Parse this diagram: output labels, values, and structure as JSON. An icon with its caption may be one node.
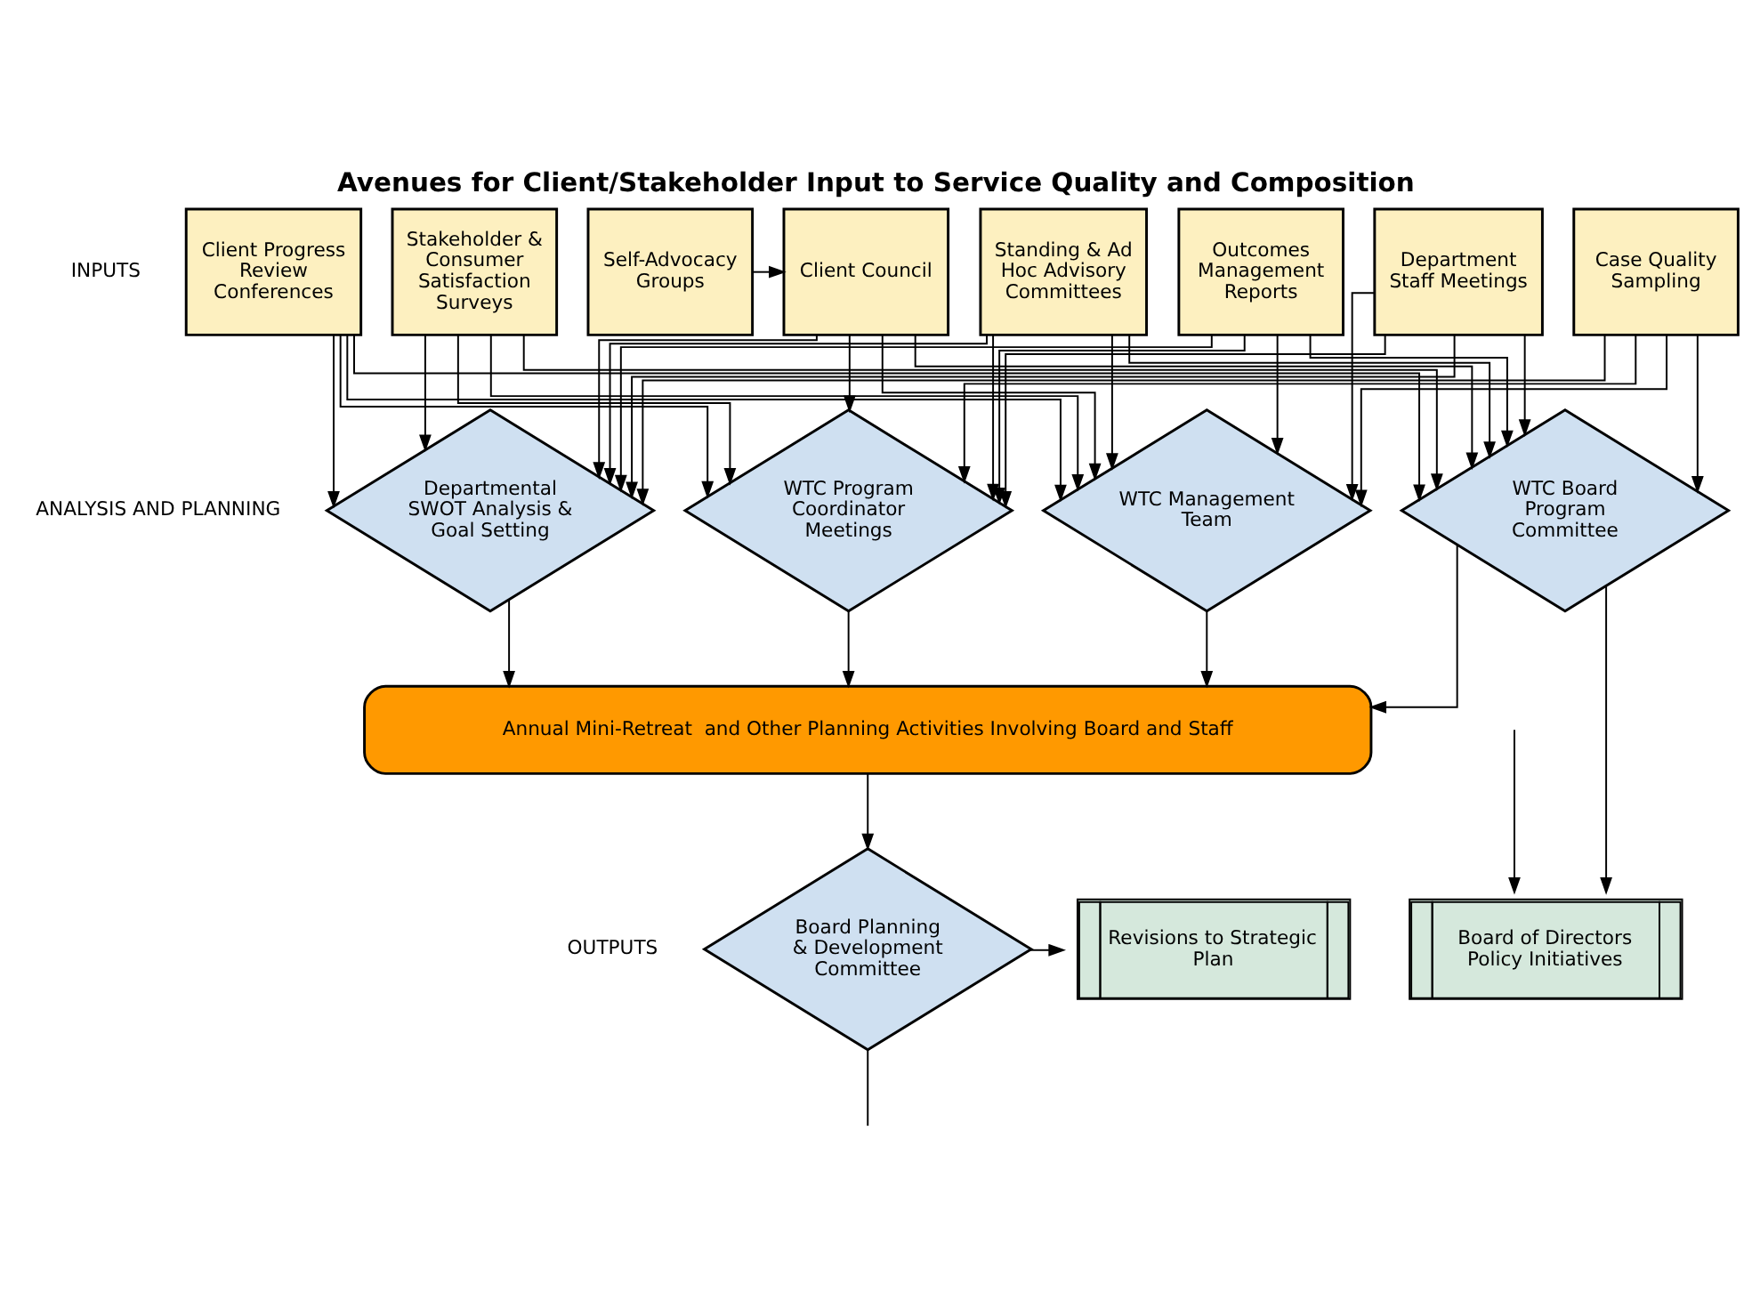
{
  "diagram": {
    "title": "Avenues for Client/Stakeholder Input to Service Quality and Composition",
    "nodes": [
      {
        "text": [
          "Client Progress Review Conferences"
        ]
      },
      {
        "text": [
          "Stakeholder & Consumer Satisfaction Surveys"
        ]
      },
      {
        "text": [
          "Self-Advocacy Groups"
        ]
      },
      {
        "text": [
          "Client Council"
        ]
      },
      {
        "text": [
          "Standing & Ad Hoc Advisory Committees"
        ]
      },
      {
        "text": [
          "Outcomes Management Reports"
        ]
      },
      {
        "text": [
          "Department Staff Meetings"
        ]
      },
      {
        "text": [
          "Case Quality Sampling"
        ]
      },
      {
        "text": [
          "Departmental SWOT Analysis & Goal Setting"
        ]
      },
      {
        "text": [
          "WTC Program Coordinator Meetings"
        ]
      },
      {
        "text": [
          "WTC Management Team"
        ]
      },
      {
        "text": [
          "WTC Board Program Committee"
        ]
      },
      {
        "text": [
          "Annual Mini-Retreat  and Other Planning Activities Involving Board and Staff"
        ]
      },
      {
        "text": [
          "Board Planning & Development Committee"
        ]
      },
      {
        "text": [
          "Revisions to Strategic Plan"
        ]
      },
      {
        "text": [
          "Board of Directors Policy Initiatives"
        ]
      }
    ],
    "edges": [
      {
        "from": 2,
        "to": 3,
        "arrow": "to"
      },
      {
        "from": 0,
        "to": 8,
        "arrow": "to"
      },
      {
        "from": 0,
        "to": 9,
        "arrow": "to"
      },
      {
        "from": 0,
        "to": 10,
        "arrow": "to"
      },
      {
        "from": 0,
        "to": 11,
        "arrow": "to"
      },
      {
        "from": 1,
        "to": 8,
        "arrow": "to"
      },
      {
        "from": 1,
        "to": 9,
        "arrow": "to"
      },
      {
        "from": 1,
        "to": 10,
        "arrow": "to"
      },
      {
        "from": 1,
        "to": 11,
        "arrow": "to"
      },
      {
        "from": 3,
        "to": 8,
        "arrow": "to"
      },
      {
        "from": 3,
        "to": 9,
        "arrow": "to"
      },
      {
        "from": 3,
        "to": 10,
        "arrow": "to"
      },
      {
        "from": 3,
        "to": 11,
        "arrow": "to"
      },
      {
        "from": 4,
        "to": 8,
        "arrow": "to"
      },
      {
        "from": 4,
        "to": 9,
        "arrow": "to"
      },
      {
        "from": 4,
        "to": 10,
        "arrow": "to"
      },
      {
        "from": 4,
        "to": 11,
        "arrow": "to"
      },
      {
        "from": 5,
        "to": 8,
        "arrow": "to"
      },
      {
        "from": 5,
        "to": 9,
        "arrow": "to"
      },
      {
        "from": 5,
        "to": 10,
        "arrow": "to"
      },
      {
        "from": 5,
        "to": 11,
        "arrow": "to"
      },
      {
        "from": 6,
        "to": 8,
        "arrow": "to"
      },
      {
        "from": 6,
        "to": 9,
        "arrow": "to"
      },
      {
        "from": 6,
        "to": 10,
        "arrow": "to"
      },
      {
        "from": 6,
        "to": 11,
        "arrow": "to"
      },
      {
        "from": 7,
        "to": 8,
        "arrow": "to"
      },
      {
        "from": 7,
        "to": 9,
        "arrow": "to"
      },
      {
        "from": 7,
        "to": 10,
        "arrow": "to"
      },
      {
        "from": 7,
        "to": 11,
        "arrow": "to"
      },
      {
        "from": 8,
        "to": 12,
        "arrow": "to"
      },
      {
        "from": 9,
        "to": 12,
        "arrow": "to"
      },
      {
        "from": 10,
        "to": 12,
        "arrow": "to"
      },
      {
        "from": 11,
        "to": 12,
        "arrow": "to"
      },
      {
        "from": 11,
        "to": 15,
        "arrow": "to"
      },
      {
        "from": 12,
        "to": 13,
        "arrow": "to"
      },
      {
        "from": 13,
        "to": 14,
        "arrow": "to"
      },
      {
        "from": 13,
        "to": null,
        "arrow": "none"
      },
      {
        "from": null,
        "to": 15,
        "arrow": "to"
      }
    ],
    "labels": [
      "INPUTS",
      "ANALYSIS AND PLANNING",
      "OUTPUTS"
    ]
  }
}
